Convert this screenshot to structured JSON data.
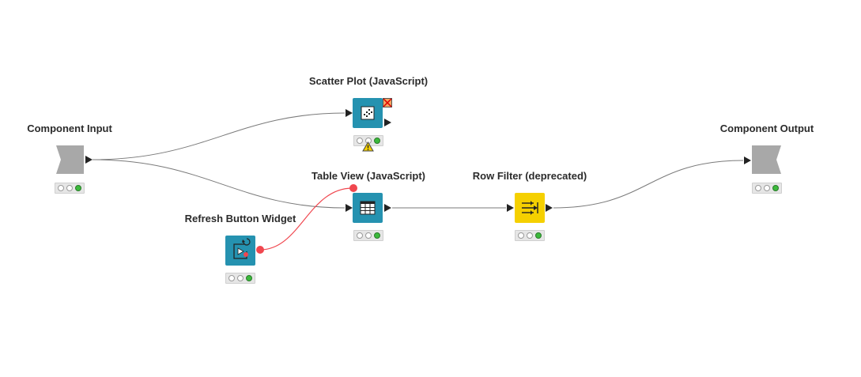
{
  "nodes": {
    "component_input": {
      "label": "Component Input",
      "status": [
        "off",
        "off",
        "on"
      ]
    },
    "scatter_plot": {
      "label": "Scatter Plot (JavaScript)",
      "status": [
        "off",
        "off",
        "on"
      ],
      "color": "#2592b0",
      "warning": true
    },
    "table_view": {
      "label": "Table View (JavaScript)",
      "status": [
        "off",
        "off",
        "on"
      ],
      "color": "#2592b0"
    },
    "refresh_button": {
      "label": "Refresh Button Widget",
      "status": [
        "off",
        "off",
        "on"
      ],
      "color": "#2592b0"
    },
    "row_filter": {
      "label": "Row Filter (deprecated)",
      "status": [
        "off",
        "off",
        "on"
      ],
      "color": "#f5d000"
    },
    "component_output": {
      "label": "Component Output",
      "status": [
        "off",
        "off",
        "on"
      ]
    }
  },
  "colors": {
    "connection": "#7a7a7a",
    "flow_variable": "#f0474f",
    "component_port": "#a8a8a8",
    "status_on": "#3cba3c"
  }
}
